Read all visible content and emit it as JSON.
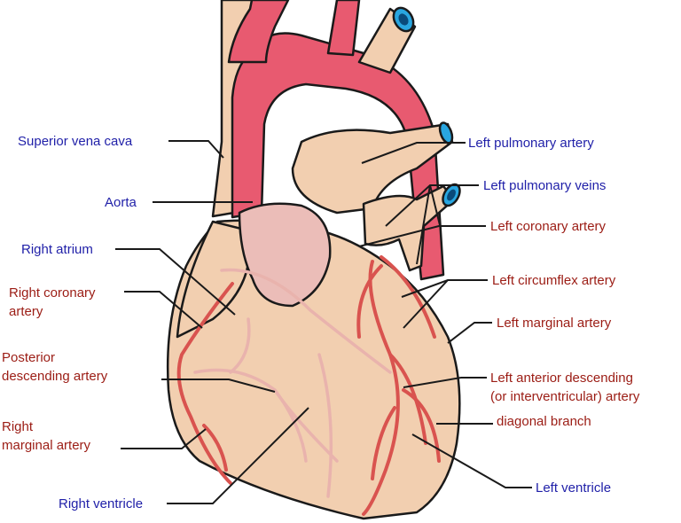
{
  "labels": {
    "superior_vena_cava": "Superior vena cava",
    "aorta": "Aorta",
    "right_atrium": "Right atrium",
    "right_coronary_artery": [
      "Right coronary",
      "artery"
    ],
    "posterior_descending_artery": [
      "Posterior",
      "descending artery"
    ],
    "right_marginal_artery": [
      "Right",
      "marginal artery"
    ],
    "right_ventricle": "Right ventricle",
    "left_pulmonary_artery": "Left pulmonary artery",
    "left_pulmonary_veins": "Left pulmonary veins",
    "left_coronary_artery": "Left coronary artery",
    "left_circumflex_artery": "Left circumflex artery",
    "left_marginal_artery": "Left marginal artery",
    "left_anterior_descending": [
      "Left anterior descending",
      "(or interventricular) artery"
    ],
    "diagonal_branch": "diagonal branch",
    "left_ventricle": "Left ventricle"
  },
  "colors": {
    "vessel_label": "#1f1fa8",
    "artery_label": "#9b1c14",
    "tissue": "#f2cfb0",
    "vessel_red": "#e85a70",
    "coronary": "#d9534f",
    "vein_lumen": "#29a6e0",
    "outline": "#1a1a1a"
  }
}
